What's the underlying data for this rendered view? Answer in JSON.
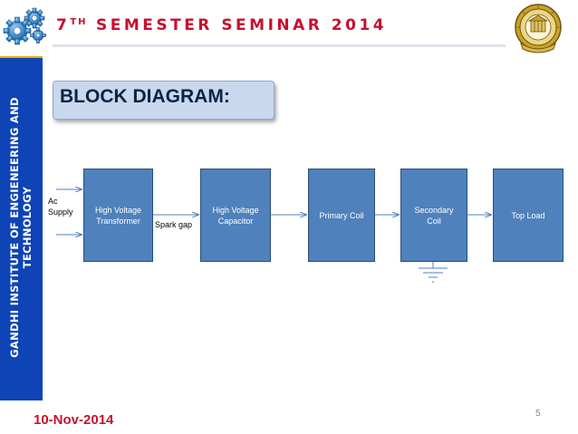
{
  "header": {
    "title_pre": "7",
    "title_sup": "TH",
    "title_post": " SEMESTER SEMINAR 2014"
  },
  "side_banner": {
    "line1": "GANDHI INSTITUTE OF ENGIENEERING AND",
    "line2": "TECHNOLOGY"
  },
  "slide_title": "BLOCK DIAGRAM:",
  "diagram": {
    "input_label_1": "Ac",
    "input_label_2": "Supply",
    "blocks": [
      {
        "line1": "High Voltage",
        "line2": "Transformer"
      },
      {
        "line1": "High Voltage",
        "line2": "Capacitor"
      },
      {
        "line1": "Primary Coil",
        "line2": ""
      },
      {
        "line1": "Secondary",
        "line2": "Coil"
      },
      {
        "line1": "Top Load",
        "line2": ""
      }
    ],
    "spark_gap_label": "Spark gap"
  },
  "footer": {
    "date": "10-Nov-2014",
    "page_number": "5"
  },
  "colors": {
    "accent_red": "#c8102e",
    "banner_blue": "#0e44b5",
    "block_fill": "#4f81bd",
    "title_box": "#c9d8ec"
  },
  "icons": [
    "gears-icon",
    "college-emblem-icon"
  ]
}
